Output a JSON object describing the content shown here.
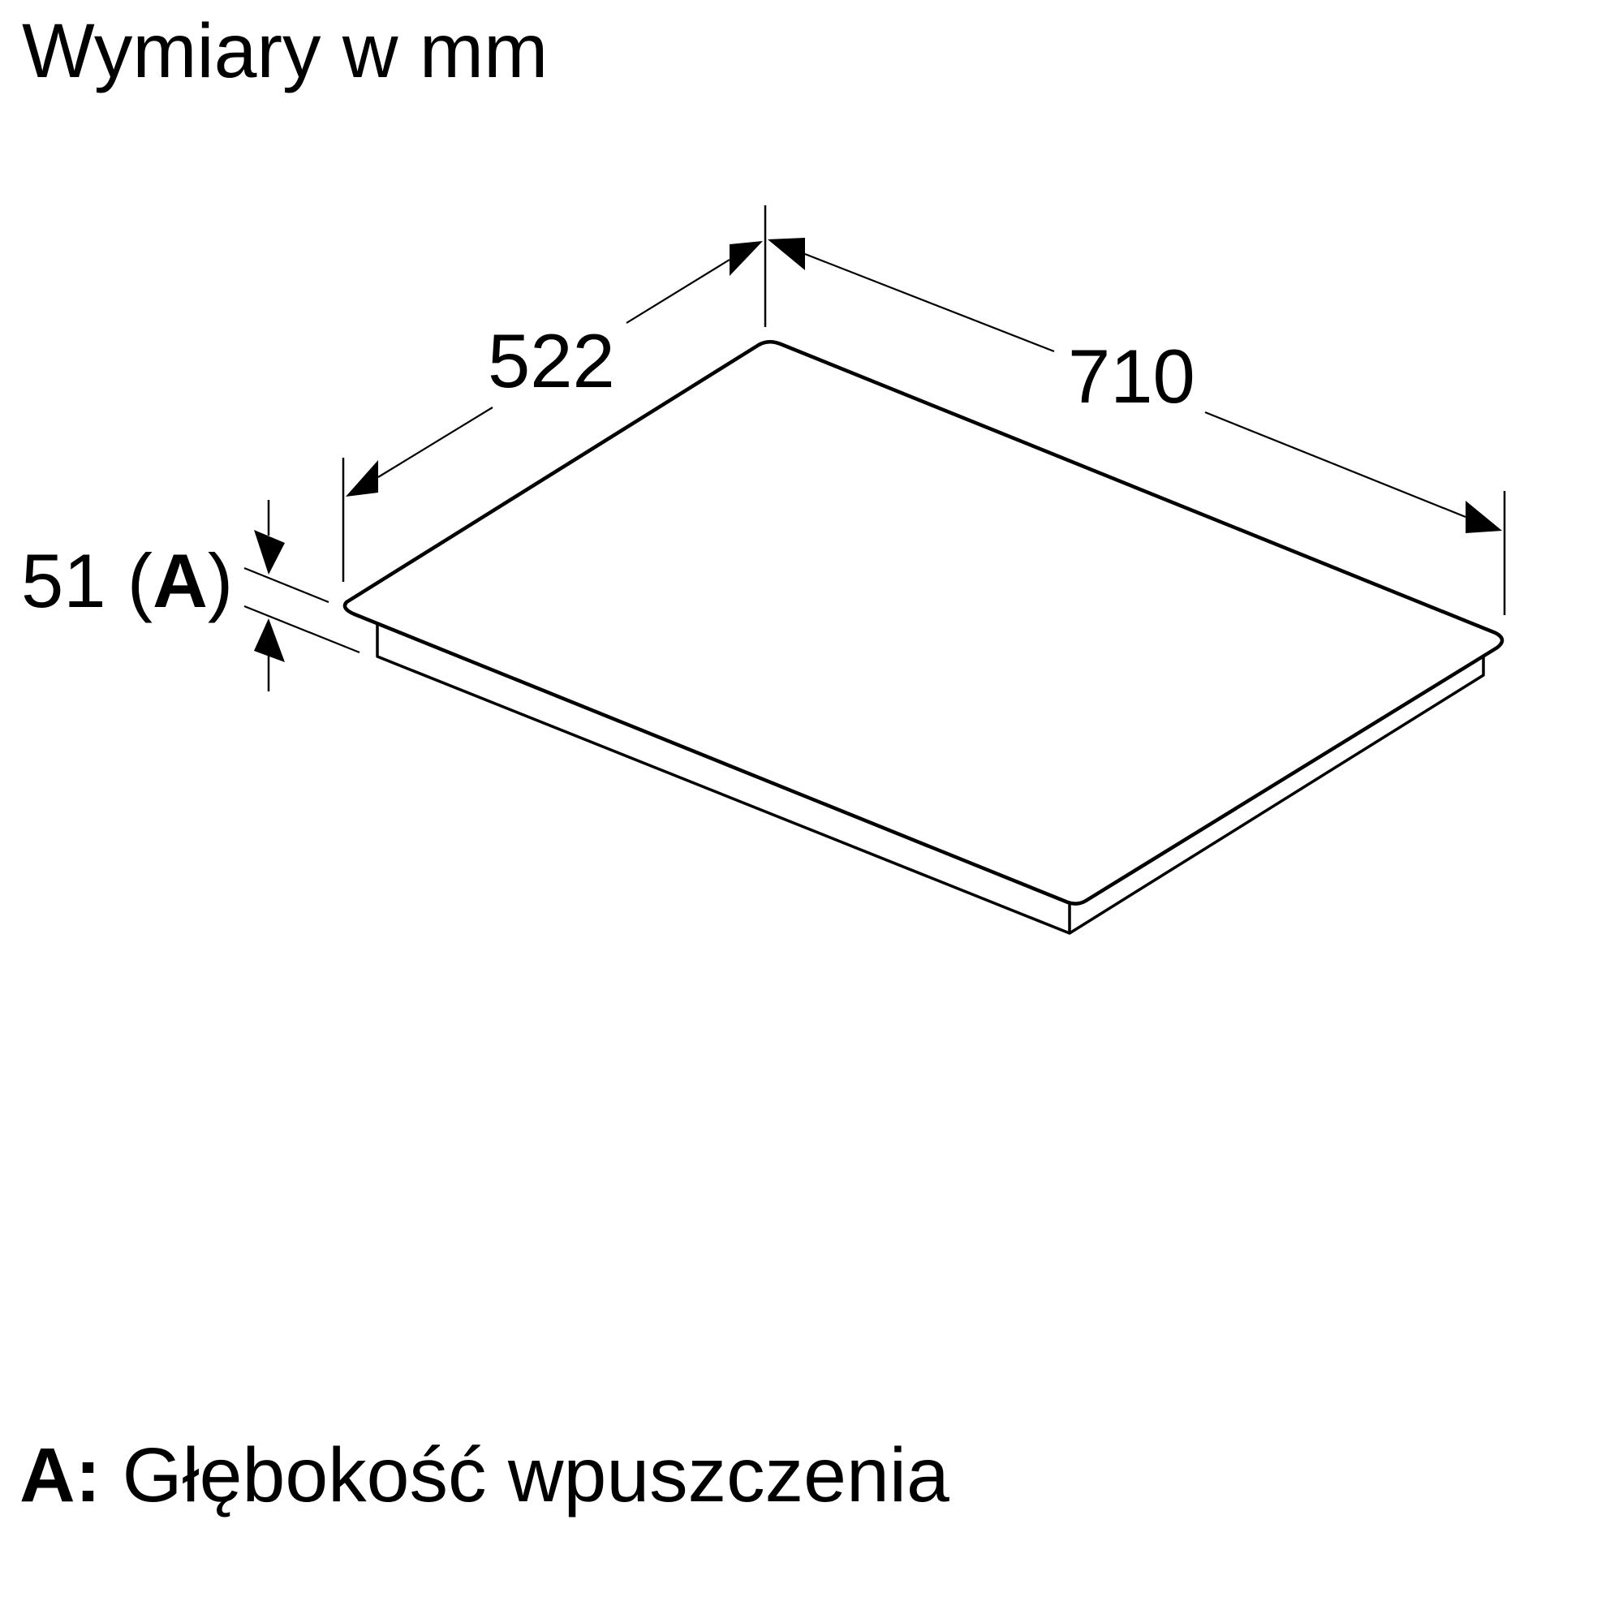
{
  "title": "Wymiary w mm",
  "dimensions": {
    "depth": {
      "value": "522"
    },
    "width": {
      "value": "710"
    },
    "recess": {
      "value": "51",
      "open_paren": "(",
      "ref": "A",
      "close_paren": ")"
    }
  },
  "legend": {
    "key": "A:",
    "text": "Głębokość wpuszczenia"
  },
  "colors": {
    "stroke": "#000000",
    "background": "#ffffff"
  }
}
